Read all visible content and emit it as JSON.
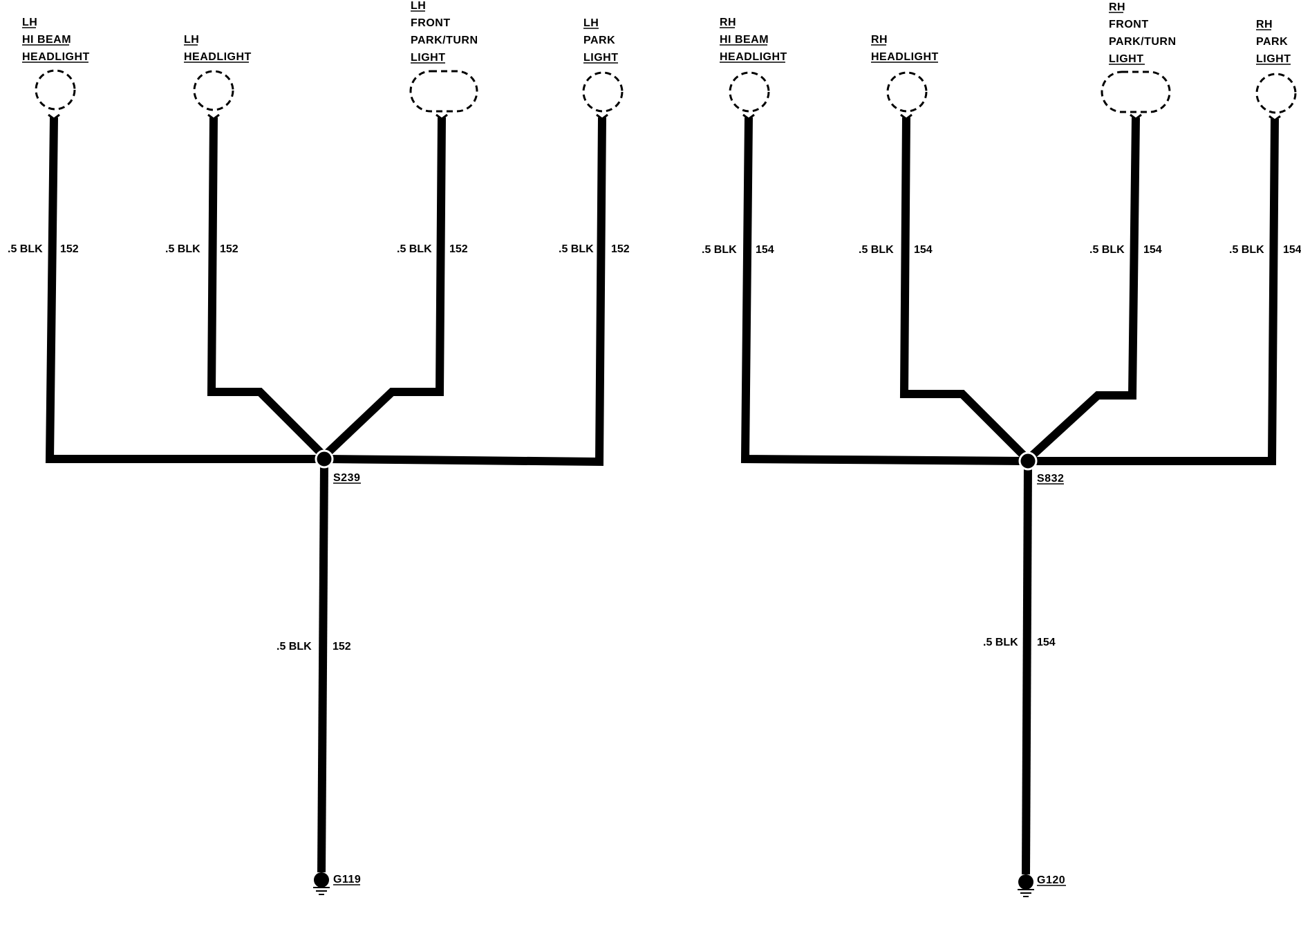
{
  "colors": {
    "wire": "#000000",
    "background": "#ffffff"
  },
  "left_group": {
    "components": [
      {
        "id": "lh-hi-beam-headlight",
        "lines": [
          "LH",
          "HI BEAM",
          "HEADLIGHT"
        ],
        "wire_label": ".5 BLK",
        "circuit": "152"
      },
      {
        "id": "lh-headlight",
        "lines": [
          "LH",
          "HEADLIGHT"
        ],
        "wire_label": ".5 BLK",
        "circuit": "152"
      },
      {
        "id": "lh-front-park-turn-light",
        "lines": [
          "LH",
          "FRONT",
          "PARK/TURN",
          "LIGHT"
        ],
        "wire_label": ".5 BLK",
        "circuit": "152"
      },
      {
        "id": "lh-park-light",
        "lines": [
          "LH",
          "PARK",
          "LIGHT"
        ],
        "wire_label": ".5 BLK",
        "circuit": "152"
      }
    ],
    "splice": "S239",
    "ground_wire_label": ".5 BLK",
    "ground_wire_circuit": "152",
    "ground": "G119"
  },
  "right_group": {
    "components": [
      {
        "id": "rh-hi-beam-headlight",
        "lines": [
          "RH",
          "HI BEAM",
          "HEADLIGHT"
        ],
        "wire_label": ".5 BLK",
        "circuit": "154"
      },
      {
        "id": "rh-headlight",
        "lines": [
          "RH",
          "HEADLIGHT"
        ],
        "wire_label": ".5 BLK",
        "circuit": "154"
      },
      {
        "id": "rh-front-park-turn-light",
        "lines": [
          "RH",
          "FRONT",
          "PARK/TURN",
          "LIGHT"
        ],
        "wire_label": ".5 BLK",
        "circuit": "154"
      },
      {
        "id": "rh-park-light",
        "lines": [
          "RH",
          "PARK",
          "LIGHT"
        ],
        "wire_label": ".5 BLK",
        "circuit": "154"
      }
    ],
    "splice": "S832",
    "ground_wire_label": ".5 BLK",
    "ground_wire_circuit": "154",
    "ground": "G120"
  }
}
